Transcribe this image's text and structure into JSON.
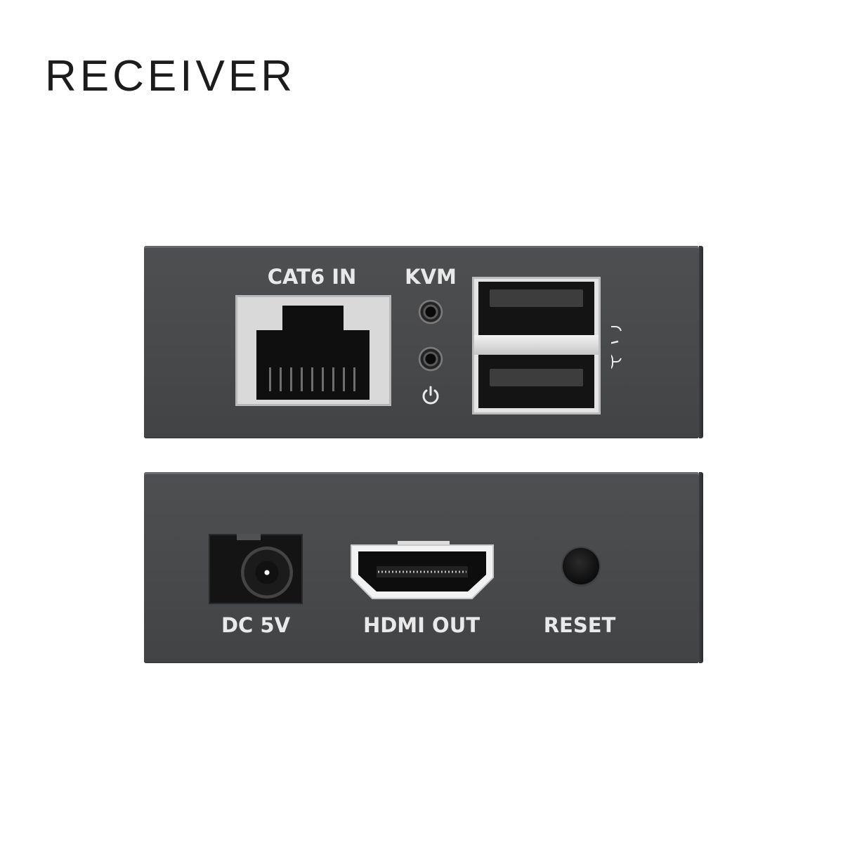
{
  "title": "RECEIVER",
  "top_panel": {
    "ethernet_label": "CAT6 IN",
    "kvm_label": "KVM",
    "icons": [
      "rj45-port-icon",
      "kvm-led-icon",
      "power-led-icon",
      "power-icon",
      "usb-port-icon",
      "keyboard-icon",
      "mouse-icon"
    ]
  },
  "bottom_panel": {
    "dc_label": "DC 5V",
    "hdmi_label": "HDMI OUT",
    "reset_label": "RESET",
    "icons": [
      "dc-jack-icon",
      "hdmi-port-icon",
      "reset-button-icon"
    ]
  },
  "colors": {
    "panel": "#4b4c4e",
    "label": "#e9e9e9",
    "background": "#ffffff",
    "title": "#1c1c1c"
  }
}
